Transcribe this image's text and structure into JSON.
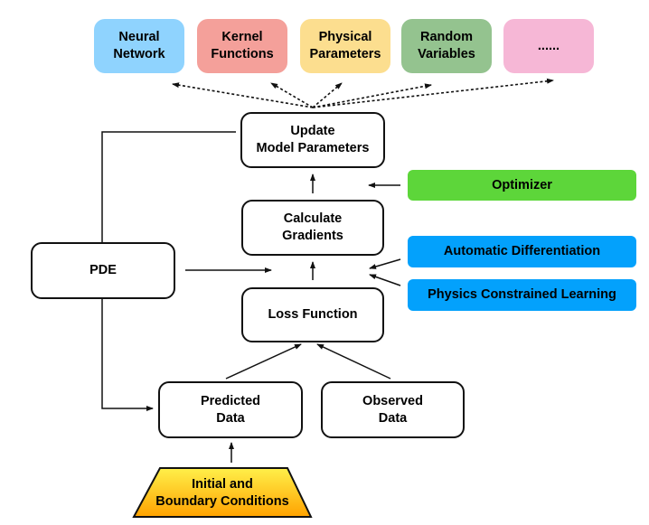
{
  "model_types": [
    {
      "label_line1": "Neural",
      "label_line2": "Network",
      "color": "#8FD3FE"
    },
    {
      "label_line1": "Kernel",
      "label_line2": "Functions",
      "color": "#F4A09A"
    },
    {
      "label_line1": "Physical",
      "label_line2": "Parameters",
      "color": "#FCDE8F"
    },
    {
      "label_line1": "Random",
      "label_line2": "Variables",
      "color": "#94C38F"
    },
    {
      "label_line1": "......",
      "label_line2": "",
      "color": "#F6B7D6"
    }
  ],
  "flow": {
    "update": {
      "line1": "Update",
      "line2": "Model Parameters"
    },
    "gradients": {
      "line1": "Calculate",
      "line2": "Gradients"
    },
    "loss": {
      "line1": "Loss Function"
    },
    "pde": {
      "line1": "PDE"
    },
    "predicted": {
      "line1": "Predicted",
      "line2": "Data"
    },
    "observed": {
      "line1": "Observed",
      "line2": "Data"
    },
    "conditions": {
      "line1": "Initial and",
      "line2": "Boundary Conditions"
    }
  },
  "tools": {
    "optimizer": {
      "label": "Optimizer",
      "color": "#5DD63A"
    },
    "autodiff": {
      "label": "Automatic Differentiation",
      "color": "#03A1FC"
    },
    "physics": {
      "label": "Physics Constrained Learning",
      "color": "#03A1FC"
    }
  },
  "colors": {
    "conditions_top": "#FFF04A",
    "conditions_bottom": "#FFA200"
  }
}
